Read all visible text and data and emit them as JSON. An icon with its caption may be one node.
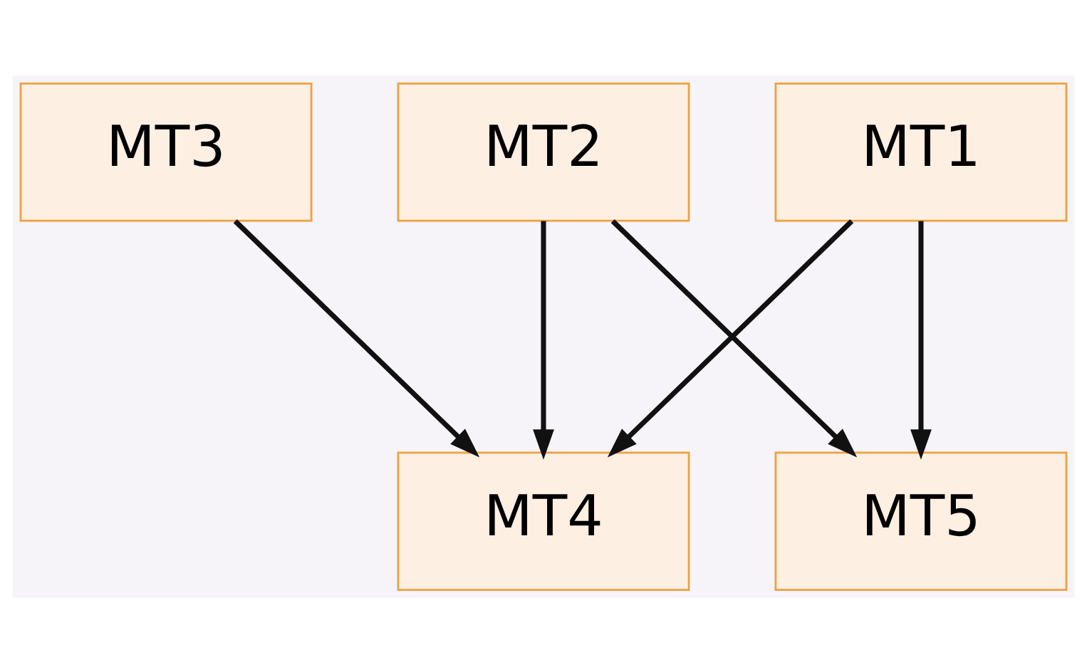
{
  "diagram": {
    "nodes": [
      {
        "text": [
          "MT1"
        ]
      },
      {
        "text": [
          "MT2"
        ]
      },
      {
        "text": [
          "MT3"
        ]
      },
      {
        "text": [
          "MT4"
        ]
      },
      {
        "text": [
          "MT5"
        ]
      }
    ],
    "edges": [
      {
        "from": 0,
        "to": 3,
        "arrow": "to"
      },
      {
        "from": 0,
        "to": 4,
        "arrow": "to"
      },
      {
        "from": 1,
        "to": 3,
        "arrow": "to"
      },
      {
        "from": 1,
        "to": 4,
        "arrow": "to"
      },
      {
        "from": 2,
        "to": 3,
        "arrow": "to"
      }
    ]
  }
}
